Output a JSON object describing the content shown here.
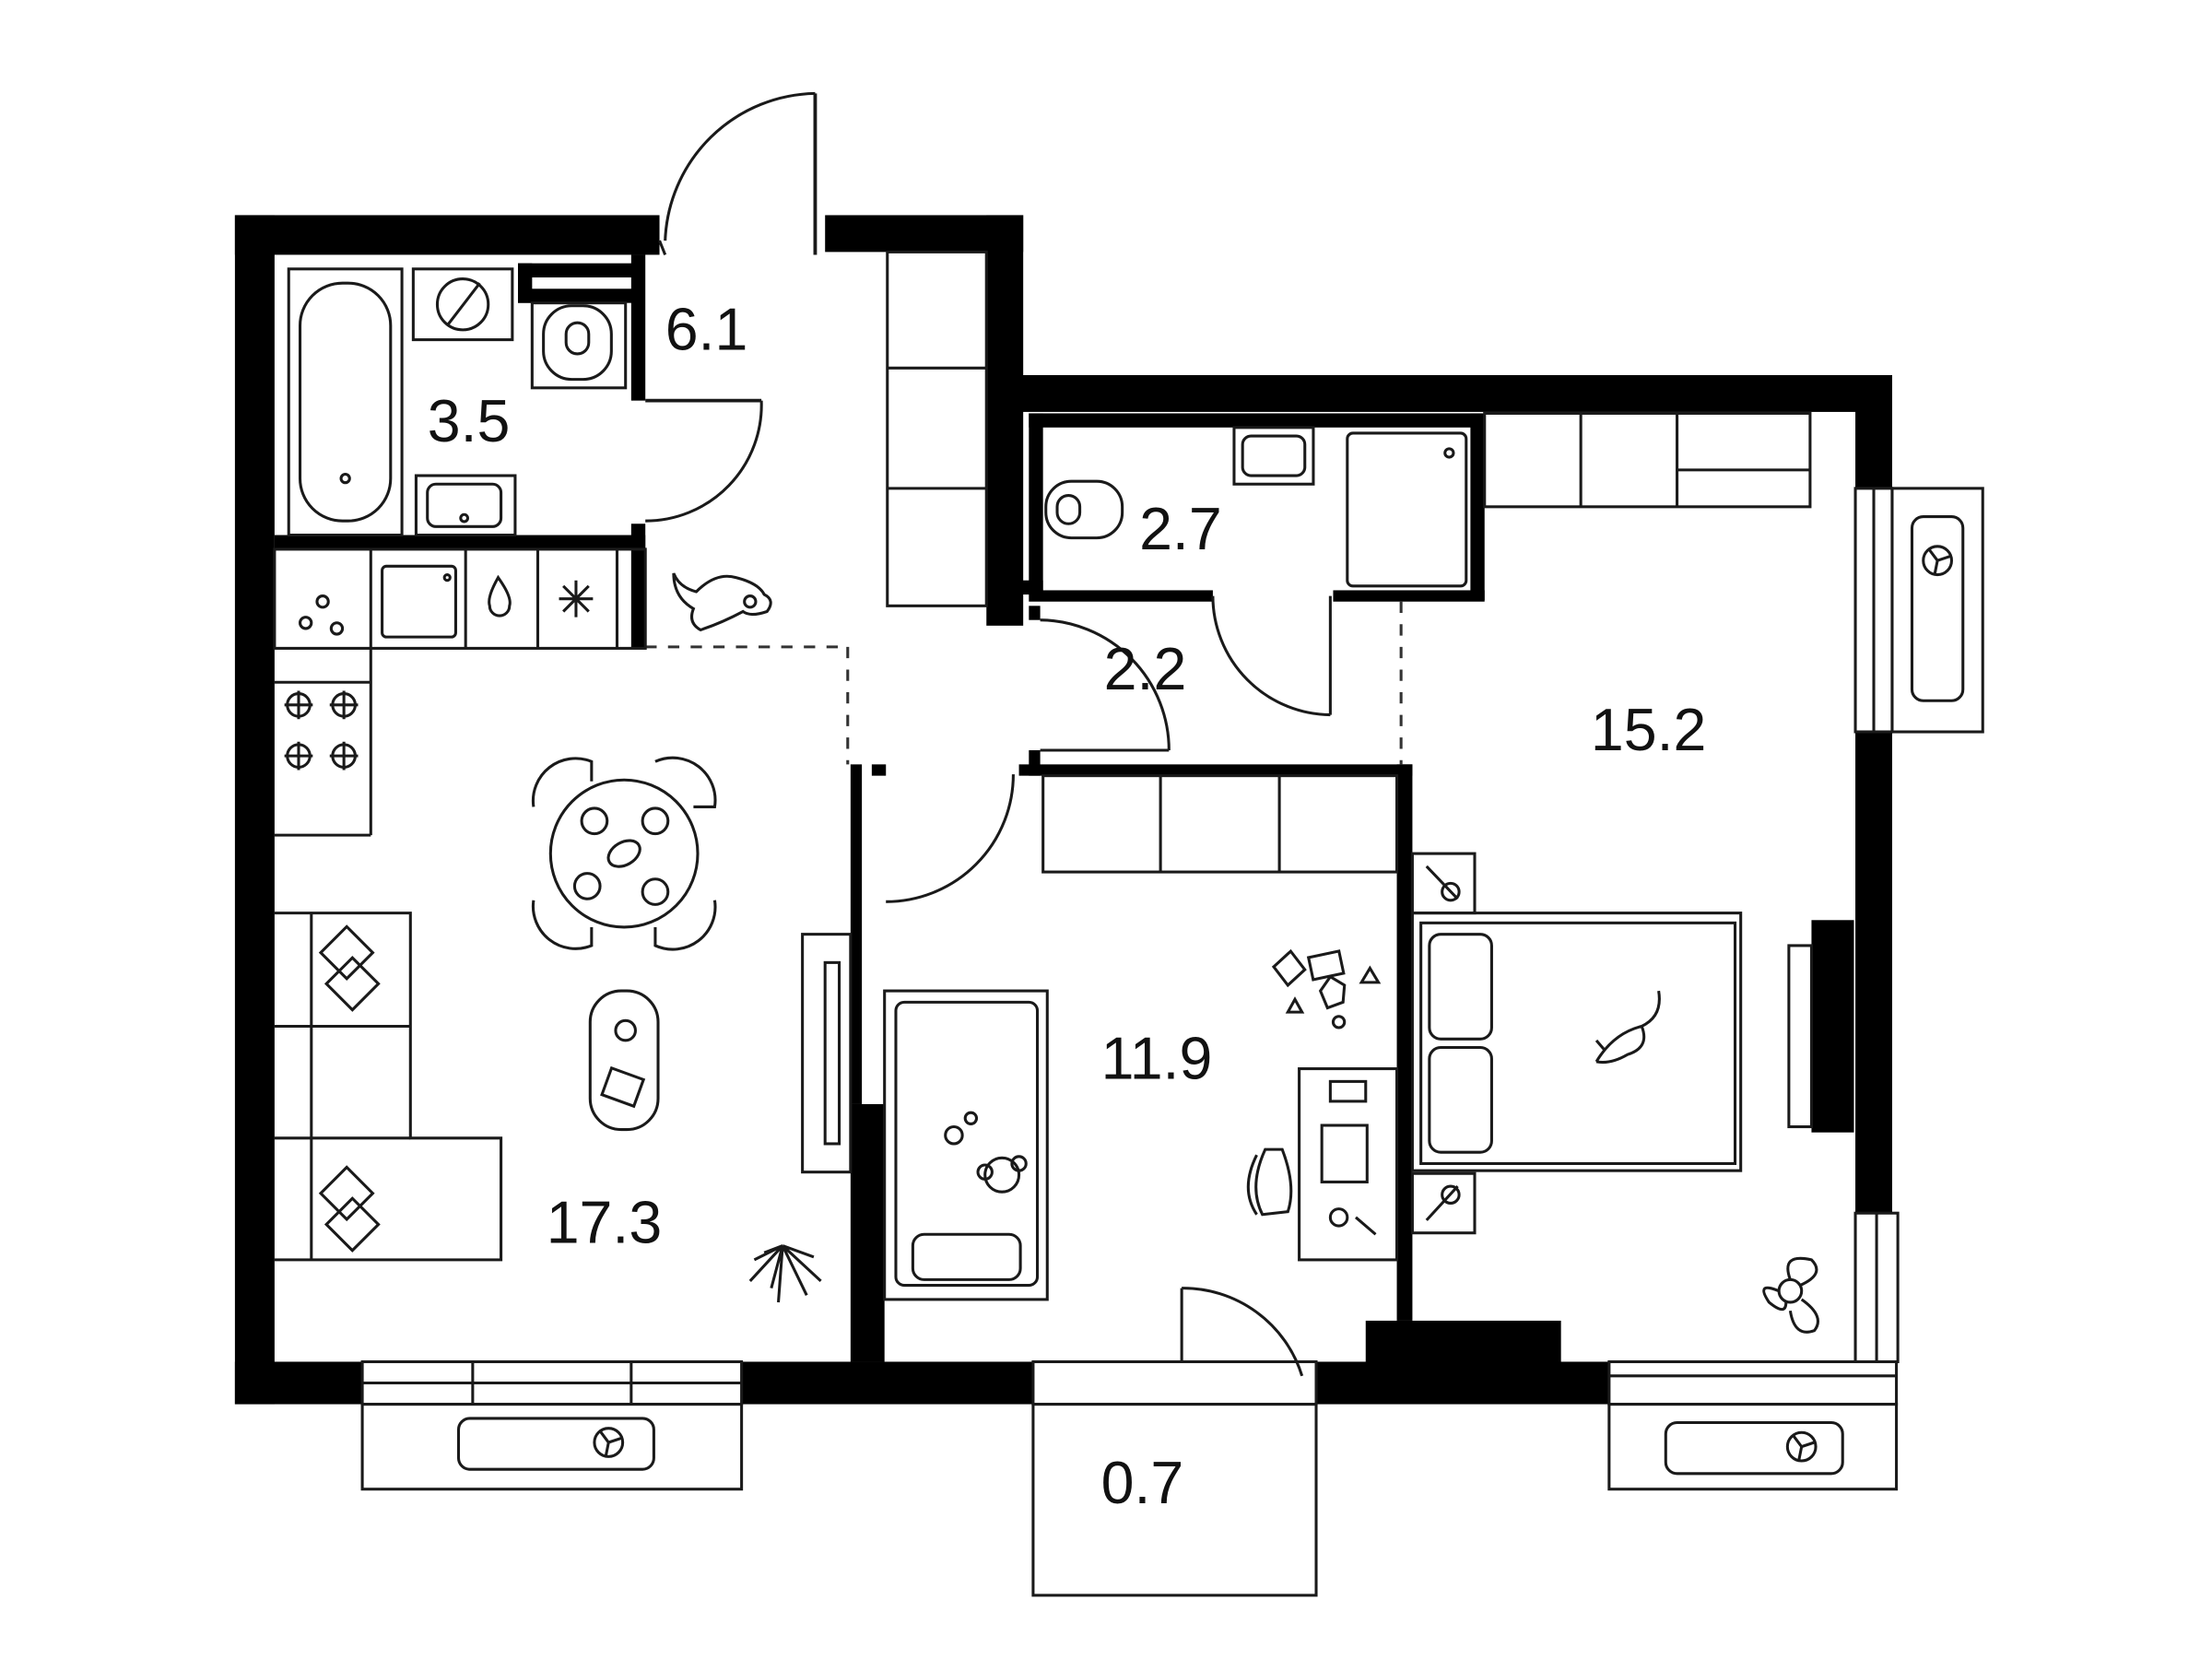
{
  "rooms": {
    "hall": "6.1",
    "bathroom": "3.5",
    "wc": "2.7",
    "corridor": "2.2",
    "bedroom": "15.2",
    "kitchen_living": "17.3",
    "children_room": "11.9",
    "balcony": "0.7"
  },
  "icons": [
    "fan-icon",
    "snowflake-icon",
    "water-drop-icon",
    "stove-burner-icon",
    "plant-icon",
    "cat-icon",
    "dog-icon",
    "toy-icon"
  ],
  "colors": {
    "walls": "#000000",
    "lines": "#1a1a1a",
    "background": "#ffffff"
  }
}
